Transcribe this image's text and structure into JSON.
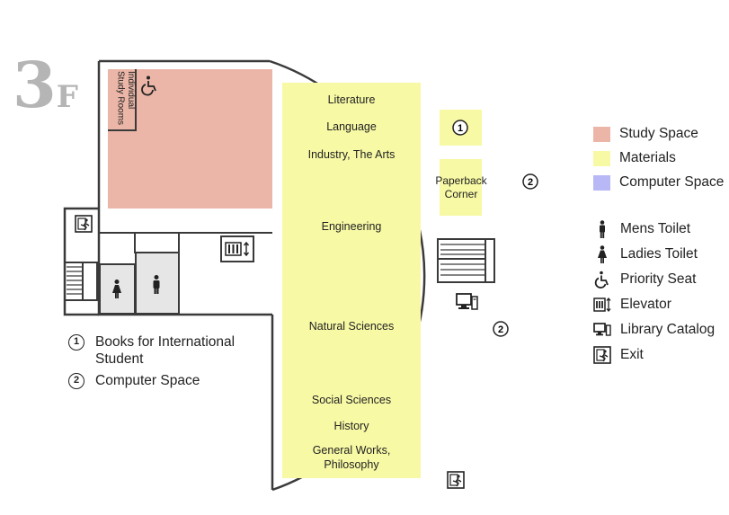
{
  "floor": {
    "number": "3",
    "suffix": "F"
  },
  "colors": {
    "study_space": "#ebb6a8",
    "materials": "#f7f9a5",
    "computer_space": "#b7b8f5",
    "wall": "#3a3a3a",
    "floor_label": "#b5b5b5"
  },
  "areas": {
    "individual_study_rooms": "Individual Study Rooms",
    "shelves": [
      "Literature",
      "Language",
      "Industry, The Arts",
      "Engineering",
      "Natural Sciences",
      "Social Sciences",
      "History",
      "General Works, Philosophy"
    ],
    "paperback_corner": "Paperback Corner",
    "marker_1": "1",
    "marker_2": "2"
  },
  "notes": [
    {
      "num": "1",
      "text": "Books for International Student"
    },
    {
      "num": "2",
      "text": "Computer Space"
    }
  ],
  "legend_areas": [
    {
      "label": "Study Space",
      "color_key": "study_space"
    },
    {
      "label": "Materials",
      "color_key": "materials"
    },
    {
      "label": "Computer Space",
      "color_key": "computer_space"
    }
  ],
  "legend_icons": [
    {
      "icon": "mens-toilet-icon",
      "label": "Mens Toilet"
    },
    {
      "icon": "ladies-toilet-icon",
      "label": "Ladies Toilet"
    },
    {
      "icon": "priority-seat-icon",
      "label": "Priority Seat"
    },
    {
      "icon": "elevator-icon",
      "label": "Elevator"
    },
    {
      "icon": "library-catalog-icon",
      "label": "Library Catalog"
    },
    {
      "icon": "exit-icon",
      "label": "Exit"
    }
  ]
}
